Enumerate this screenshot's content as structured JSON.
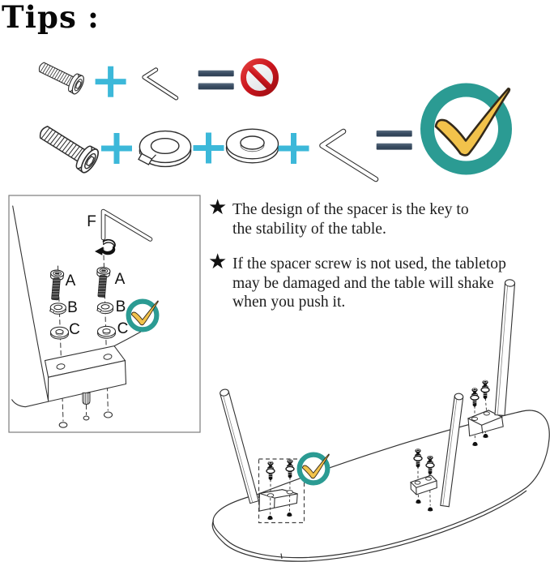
{
  "title": {
    "word": "Tips",
    "colon": ":"
  },
  "colors": {
    "cyan": "#3cb8d9",
    "navy": "#3a4d63",
    "navy_light": "#5a6d80",
    "navy_dark": "#2c3e52",
    "red": "#c9151d",
    "red_light": "#e23b3b",
    "red_dark": "#9f0e13",
    "teal": "#2b9b93",
    "yellow": "#f2c24b",
    "check_outline": "#33291a",
    "ink": "#2e2e2e",
    "text": "#1d1d1d"
  },
  "equation_wrong": {
    "items": [
      "bolt",
      "plus",
      "hex-key",
      "equals",
      "prohibited"
    ]
  },
  "equation_correct": {
    "items": [
      "bolt",
      "plus",
      "spring-washer",
      "plus",
      "flat-washer",
      "plus",
      "hex-key",
      "equals",
      "check"
    ]
  },
  "diagram": {
    "labels": {
      "tool": "F",
      "bolt_left": "A",
      "bolt_right": "A",
      "spring_washer_left": "B",
      "spring_washer_right": "B",
      "flat_washer_left": "C",
      "flat_washer_right": "C"
    }
  },
  "notes": {
    "star": "★",
    "items": [
      {
        "lines": [
          "The design of the spacer is the key to",
          "the stability of the table."
        ]
      },
      {
        "lines": [
          "If the spacer screw is not used, the tabletop",
          "may be damaged and the table will shake",
          "when you push it."
        ]
      }
    ]
  }
}
